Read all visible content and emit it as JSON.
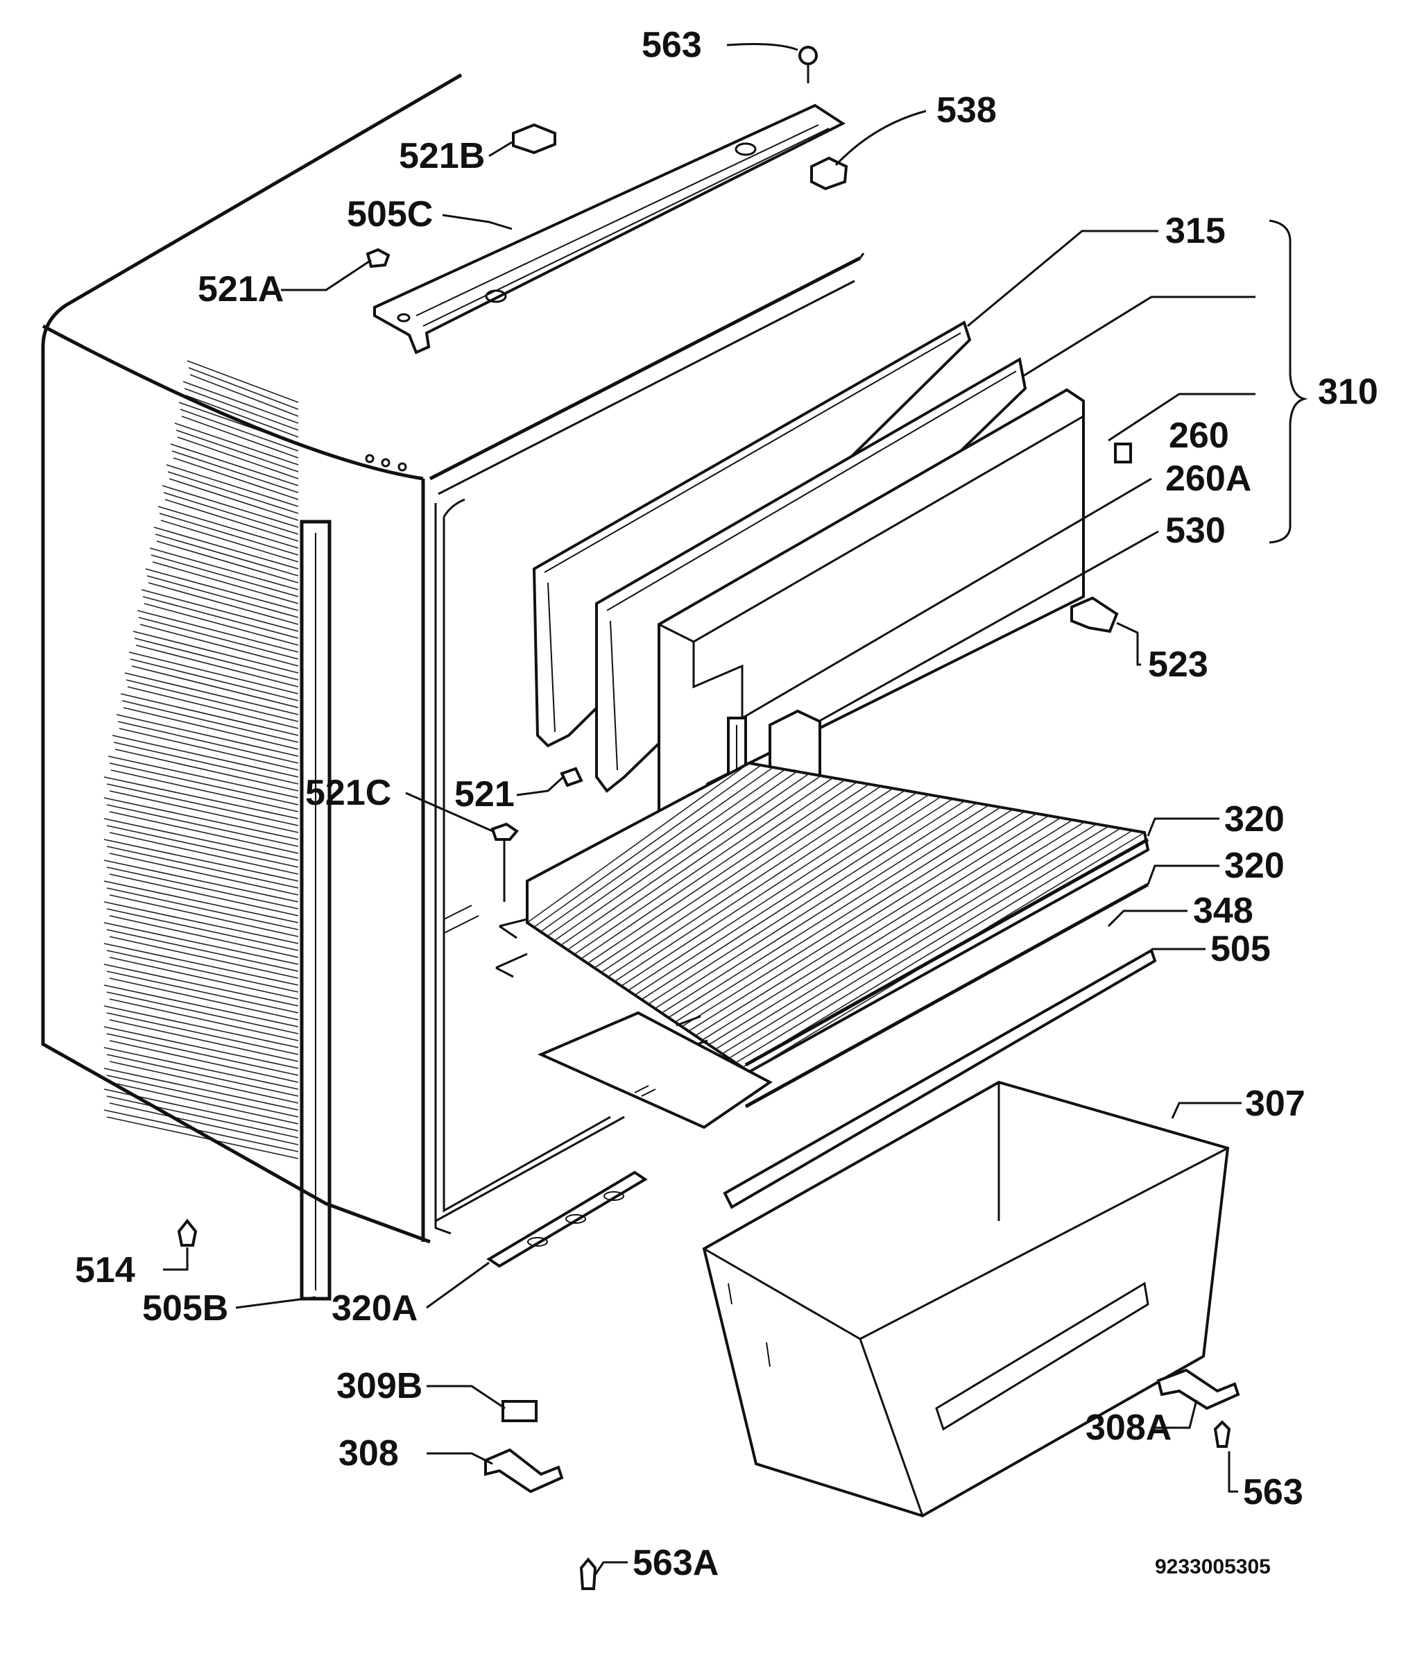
{
  "diagram": {
    "document_number": "9233005305",
    "labels": {
      "l563_top": "563",
      "l538": "538",
      "l521b": "521B",
      "l505c": "505C",
      "l521a": "521A",
      "l315": "315",
      "l310": "310",
      "l260": "260",
      "l260a": "260A",
      "l530": "530",
      "l523": "523",
      "l521c": "521C",
      "l521": "521",
      "l320_a": "320",
      "l320_b": "320",
      "l348": "348",
      "l505": "505",
      "l307": "307",
      "l514": "514",
      "l505b": "505B",
      "l320a": "320A",
      "l309b": "309B",
      "l308": "308",
      "l308a": "308A",
      "l563_right": "563",
      "l563a": "563A"
    },
    "colors": {
      "ink": "#111111",
      "paper": "#ffffff"
    }
  }
}
